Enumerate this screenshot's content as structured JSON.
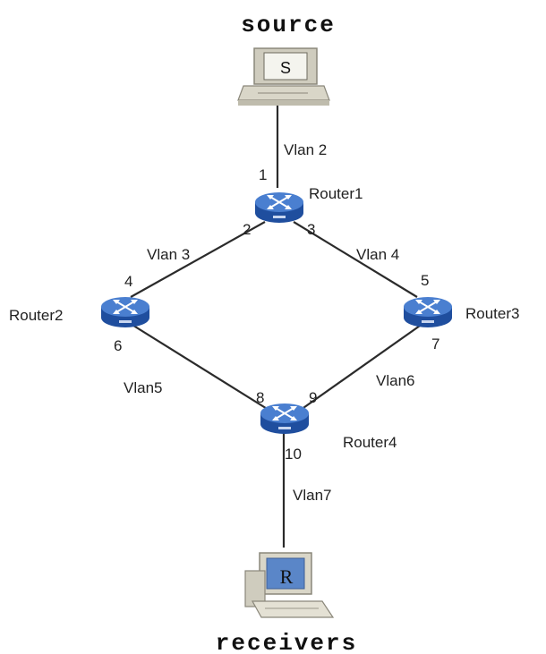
{
  "source": {
    "title": "source",
    "pc_letter": "S"
  },
  "receivers": {
    "title": "receivers",
    "pc_letter": "R"
  },
  "routers": {
    "r1": {
      "name": "Router1"
    },
    "r2": {
      "name": "Router2"
    },
    "r3": {
      "name": "Router3"
    },
    "r4": {
      "name": "Router4"
    }
  },
  "vlans": {
    "v2": "Vlan 2",
    "v3": "Vlan 3",
    "v4": "Vlan 4",
    "v5": "Vlan5",
    "v6": "Vlan6",
    "v7": "Vlan7"
  },
  "ports": {
    "p1": "1",
    "p2": "2",
    "p3": "3",
    "p4": "4",
    "p5": "5",
    "p6": "6",
    "p7": "7",
    "p8": "8",
    "p9": "9",
    "p10": "10"
  },
  "colors": {
    "router_top": "#4a7fd0",
    "router_side": "#1f4e9e",
    "router_arrows": "#ffffff",
    "pc_body": "#d9d6c8",
    "pc_screen_source": "#f4f4ee",
    "pc_screen_receiver": "#5a86c8"
  }
}
